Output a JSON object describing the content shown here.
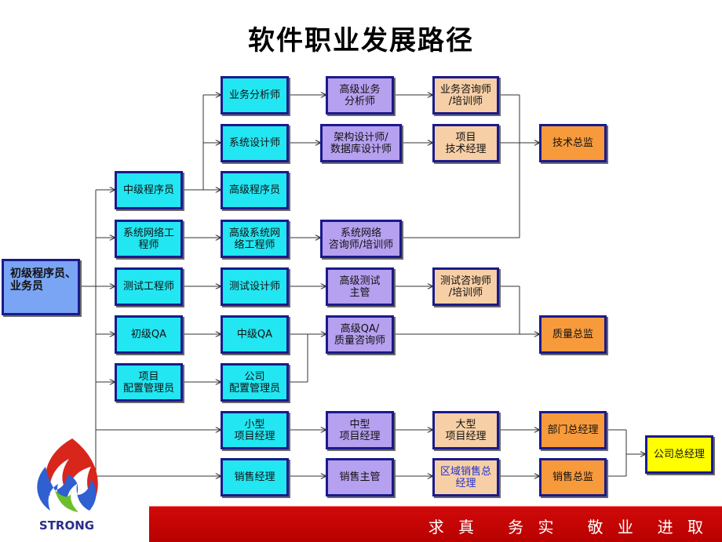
{
  "title": "软件职业发展路径",
  "nodes": {
    "start": [
      "初级程序员、",
      "业务员"
    ],
    "mid_programmer": [
      "中级程序员"
    ],
    "net_engineer": [
      "系统网络工",
      "程师"
    ],
    "test_engineer": [
      "测试工程师"
    ],
    "junior_qa": [
      "初级QA"
    ],
    "config_mgr": [
      "项目",
      "配置管理员"
    ],
    "biz_analyst": [
      "业务分析师"
    ],
    "sys_designer": [
      "系统设计师"
    ],
    "senior_programmer": [
      "高级程序员"
    ],
    "senior_net_engineer": [
      "高级系统网",
      "络工程师"
    ],
    "test_designer": [
      "测试设计师"
    ],
    "mid_qa": [
      "中级QA"
    ],
    "company_config_mgr": [
      "公司",
      "配置管理员"
    ],
    "small_pm": [
      "小型",
      "项目经理"
    ],
    "sales_manager": [
      "销售经理"
    ],
    "senior_biz_analyst": [
      "高级业务",
      "分析师"
    ],
    "architect": [
      "架构设计师/",
      "数据库设计师"
    ],
    "net_consultant": [
      "系统网络",
      "咨询师/培训师"
    ],
    "senior_test_mgr": [
      "高级测试",
      "主管"
    ],
    "senior_qa": [
      "高级QA/",
      "质量咨询师"
    ],
    "mid_pm": [
      "中型",
      "项目经理"
    ],
    "sales_supervisor": [
      "销售主管"
    ],
    "biz_consultant": [
      "业务咨询师",
      "/培训师"
    ],
    "tech_pm": [
      "项目",
      "技术经理"
    ],
    "test_consultant": [
      "测试咨询师",
      "/培训师"
    ],
    "large_pm": [
      "大型",
      "项目经理"
    ],
    "regional_sales": [
      "区域销售总",
      "经理"
    ],
    "cto": [
      "技术总监"
    ],
    "quality_director": [
      "质量总监"
    ],
    "dept_gm": [
      "部门总经理"
    ],
    "sales_director": [
      "销售总监"
    ],
    "company_gm": [
      "公司总经理"
    ]
  },
  "footer": {
    "slogan": "求 真   务 实   敬 业  进 取"
  },
  "logo": {
    "text": "STRONG"
  },
  "colors": {
    "start": "#7aa4f4",
    "level1": "#22e6f2",
    "level3": "#b6a0f0",
    "level4": "#f7cfa6",
    "director": "#f79a3c",
    "top": "#ffff00",
    "border": "#1a1a8c",
    "footer": "#c40000"
  }
}
